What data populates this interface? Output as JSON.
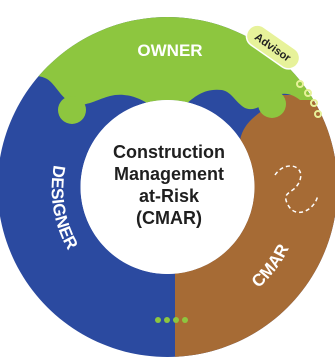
{
  "diagram": {
    "title_lines": [
      "Construction",
      "Management",
      "at-Risk",
      "(CMAR)"
    ],
    "segments": {
      "owner": {
        "label": "OWNER",
        "color": "#8dc63f"
      },
      "designer": {
        "label": "DESIGNER",
        "color": "#2b4aa0"
      },
      "cmar": {
        "label": "CMAR",
        "color": "#a66b35"
      }
    },
    "advisor_label": "Advisor",
    "dots_color": "#8dc63f"
  }
}
